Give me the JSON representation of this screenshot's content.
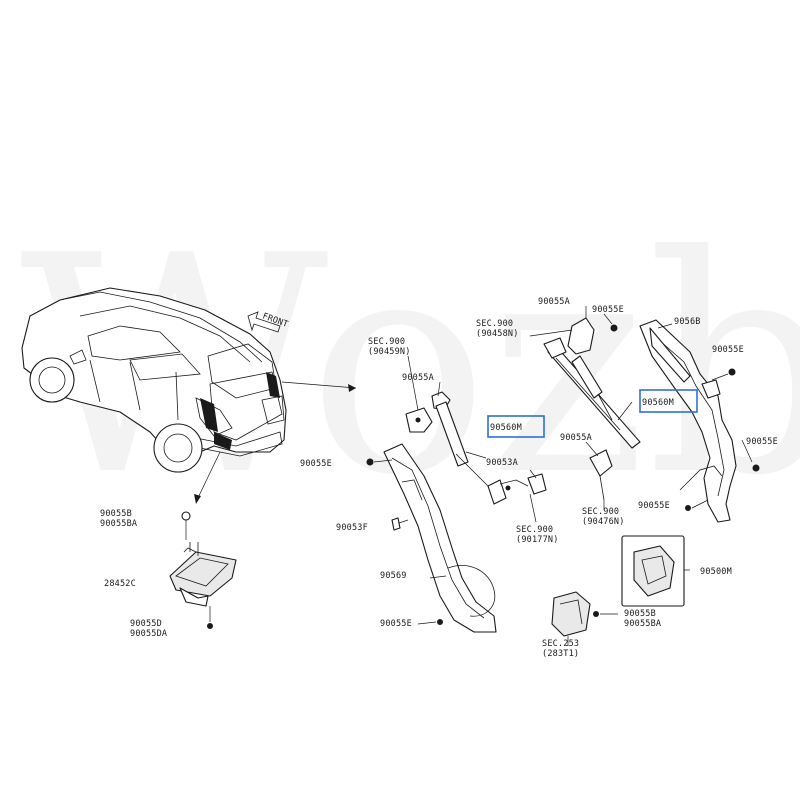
{
  "watermark": "Wozba",
  "front_label": "FRONT",
  "labels": {
    "sec900_90459n_a": "SEC.900",
    "sec900_90459n_b": "(90459N)",
    "sec900_90458n_a": "SEC.900",
    "sec900_90458n_b": "(90458N)",
    "p90055a_top_right": "90055A",
    "p90055e_top_right": "90055E",
    "p9056b": "9056B",
    "p90055e_right_1": "90055E",
    "p90055a_left": "90055A",
    "p90560m_center": "90560M",
    "p90560m_right": "90560M",
    "p90055e_left": "90055E",
    "p90053a": "90053A",
    "p90055a_mid": "90055A",
    "p90055e_right_2": "90055E",
    "sec900_90476n_a": "SEC.900",
    "sec900_90476n_b": "(90476N)",
    "p90055e_right_3": "90055E",
    "p90055b_a": "90055B",
    "p90055b_b": "90055BA",
    "p90053f": "90053F",
    "sec900_90177n_a": "SEC.900",
    "sec900_90177n_b": "(90177N)",
    "p28452c": "28452C",
    "p90569": "90569",
    "p90500m": "90500M",
    "p90055e_bottom": "90055E",
    "p90055b_right_a": "90055B",
    "p90055b_right_b": "90055BA",
    "p90055d_a": "90055D",
    "p90055d_b": "90055DA",
    "sec253_a": "SEC.253",
    "sec253_b": "(283T1)"
  },
  "colors": {
    "highlight": "#2f6fd6",
    "line": "#1a1a1a"
  }
}
